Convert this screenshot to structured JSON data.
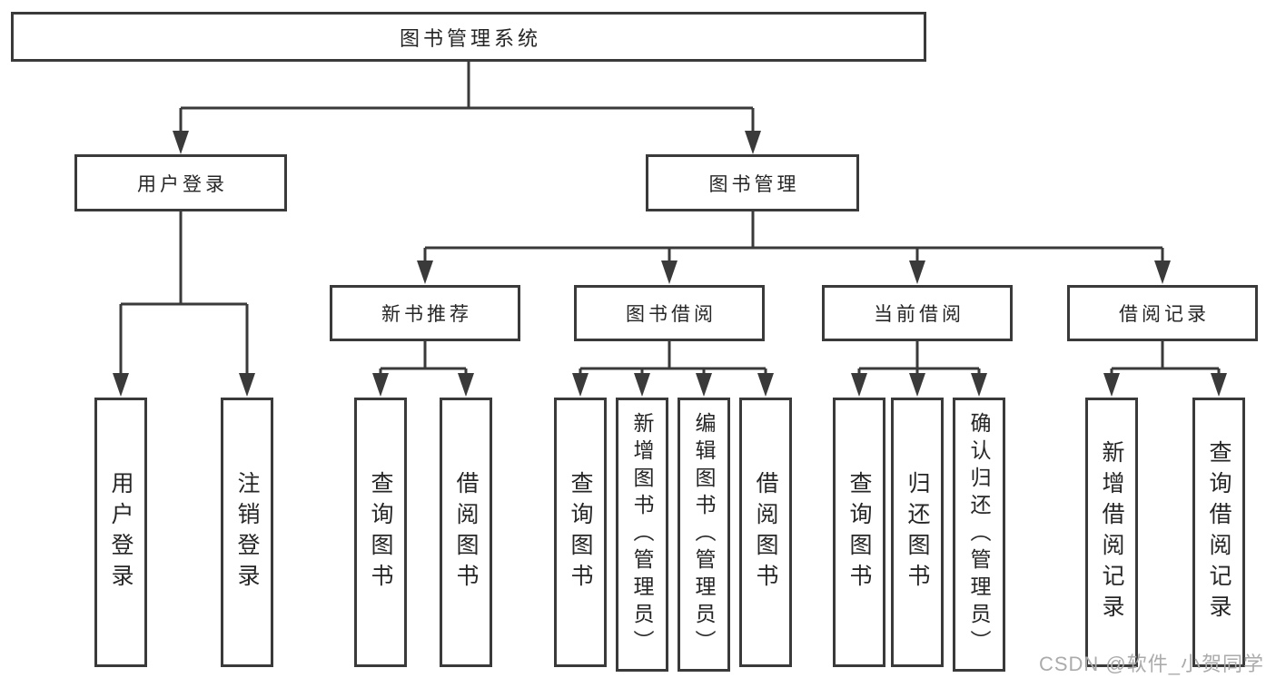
{
  "tree": {
    "label": "图书管理系统",
    "children": [
      {
        "label": "用户登录",
        "children": [
          {
            "label": "用户登录"
          },
          {
            "label": "注销登录"
          }
        ]
      },
      {
        "label": "图书管理",
        "children": [
          {
            "label": "新书推荐",
            "children": [
              {
                "label": "查询图书"
              },
              {
                "label": "借阅图书"
              }
            ]
          },
          {
            "label": "图书借阅",
            "children": [
              {
                "label": "查询图书"
              },
              {
                "label": "新增图书（管理员）"
              },
              {
                "label": "编辑图书（管理员）"
              },
              {
                "label": "借阅图书"
              }
            ]
          },
          {
            "label": "当前借阅",
            "children": [
              {
                "label": "查询图书"
              },
              {
                "label": "归还图书"
              },
              {
                "label": "确认归还（管理员）"
              }
            ]
          },
          {
            "label": "借阅记录",
            "children": [
              {
                "label": "新增借阅记录"
              },
              {
                "label": "查询借阅记录"
              }
            ]
          }
        ]
      }
    ]
  },
  "watermark": {
    "text": "CSDN @软件_小贺同学"
  },
  "colors": {
    "line": "#3a3a3a",
    "text": "#262626",
    "watermark": "#ababab"
  }
}
